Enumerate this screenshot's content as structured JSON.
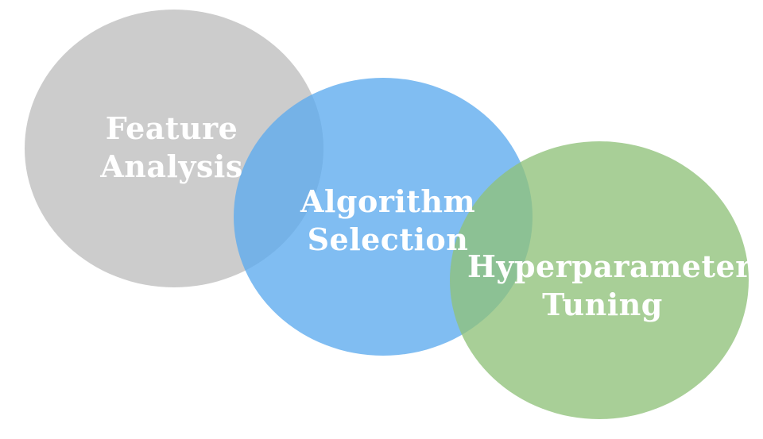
{
  "diagram": {
    "circles": [
      {
        "color": "#bebebe",
        "lines": [
          "Feature",
          "Analysis"
        ]
      },
      {
        "color": "#5caaee",
        "lines": [
          "Algorithm",
          "Selection"
        ]
      },
      {
        "color": "#90c17a",
        "lines": [
          "Hyperparameter",
          "Tuning"
        ]
      }
    ]
  }
}
